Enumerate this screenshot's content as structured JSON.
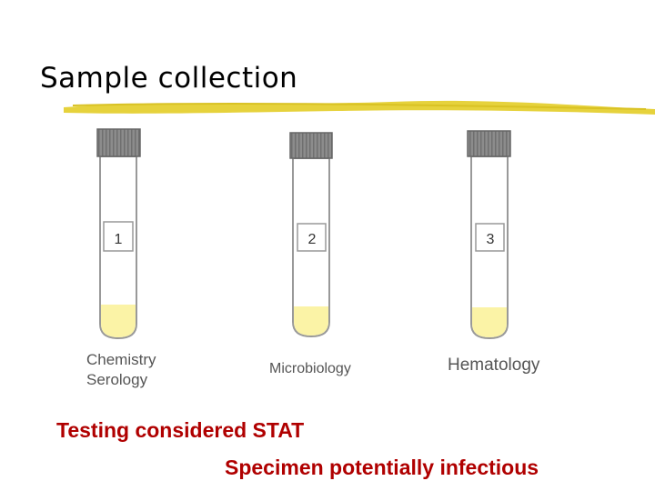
{
  "title": "Sample collection",
  "tubes": [
    {
      "number": "1",
      "caption_lines": [
        "Chemistry",
        "Serology"
      ]
    },
    {
      "number": "2",
      "caption_lines": [
        "Microbiology"
      ]
    },
    {
      "number": "3",
      "caption_lines": [
        "Hematology"
      ]
    }
  ],
  "notes": [
    "Testing considered STAT",
    "Specimen potentially infectious"
  ],
  "colors": {
    "underline": "#e6d23c",
    "cap": "#8c8c8c",
    "serum": "#fbf3a6",
    "note_text": "#b00000"
  }
}
